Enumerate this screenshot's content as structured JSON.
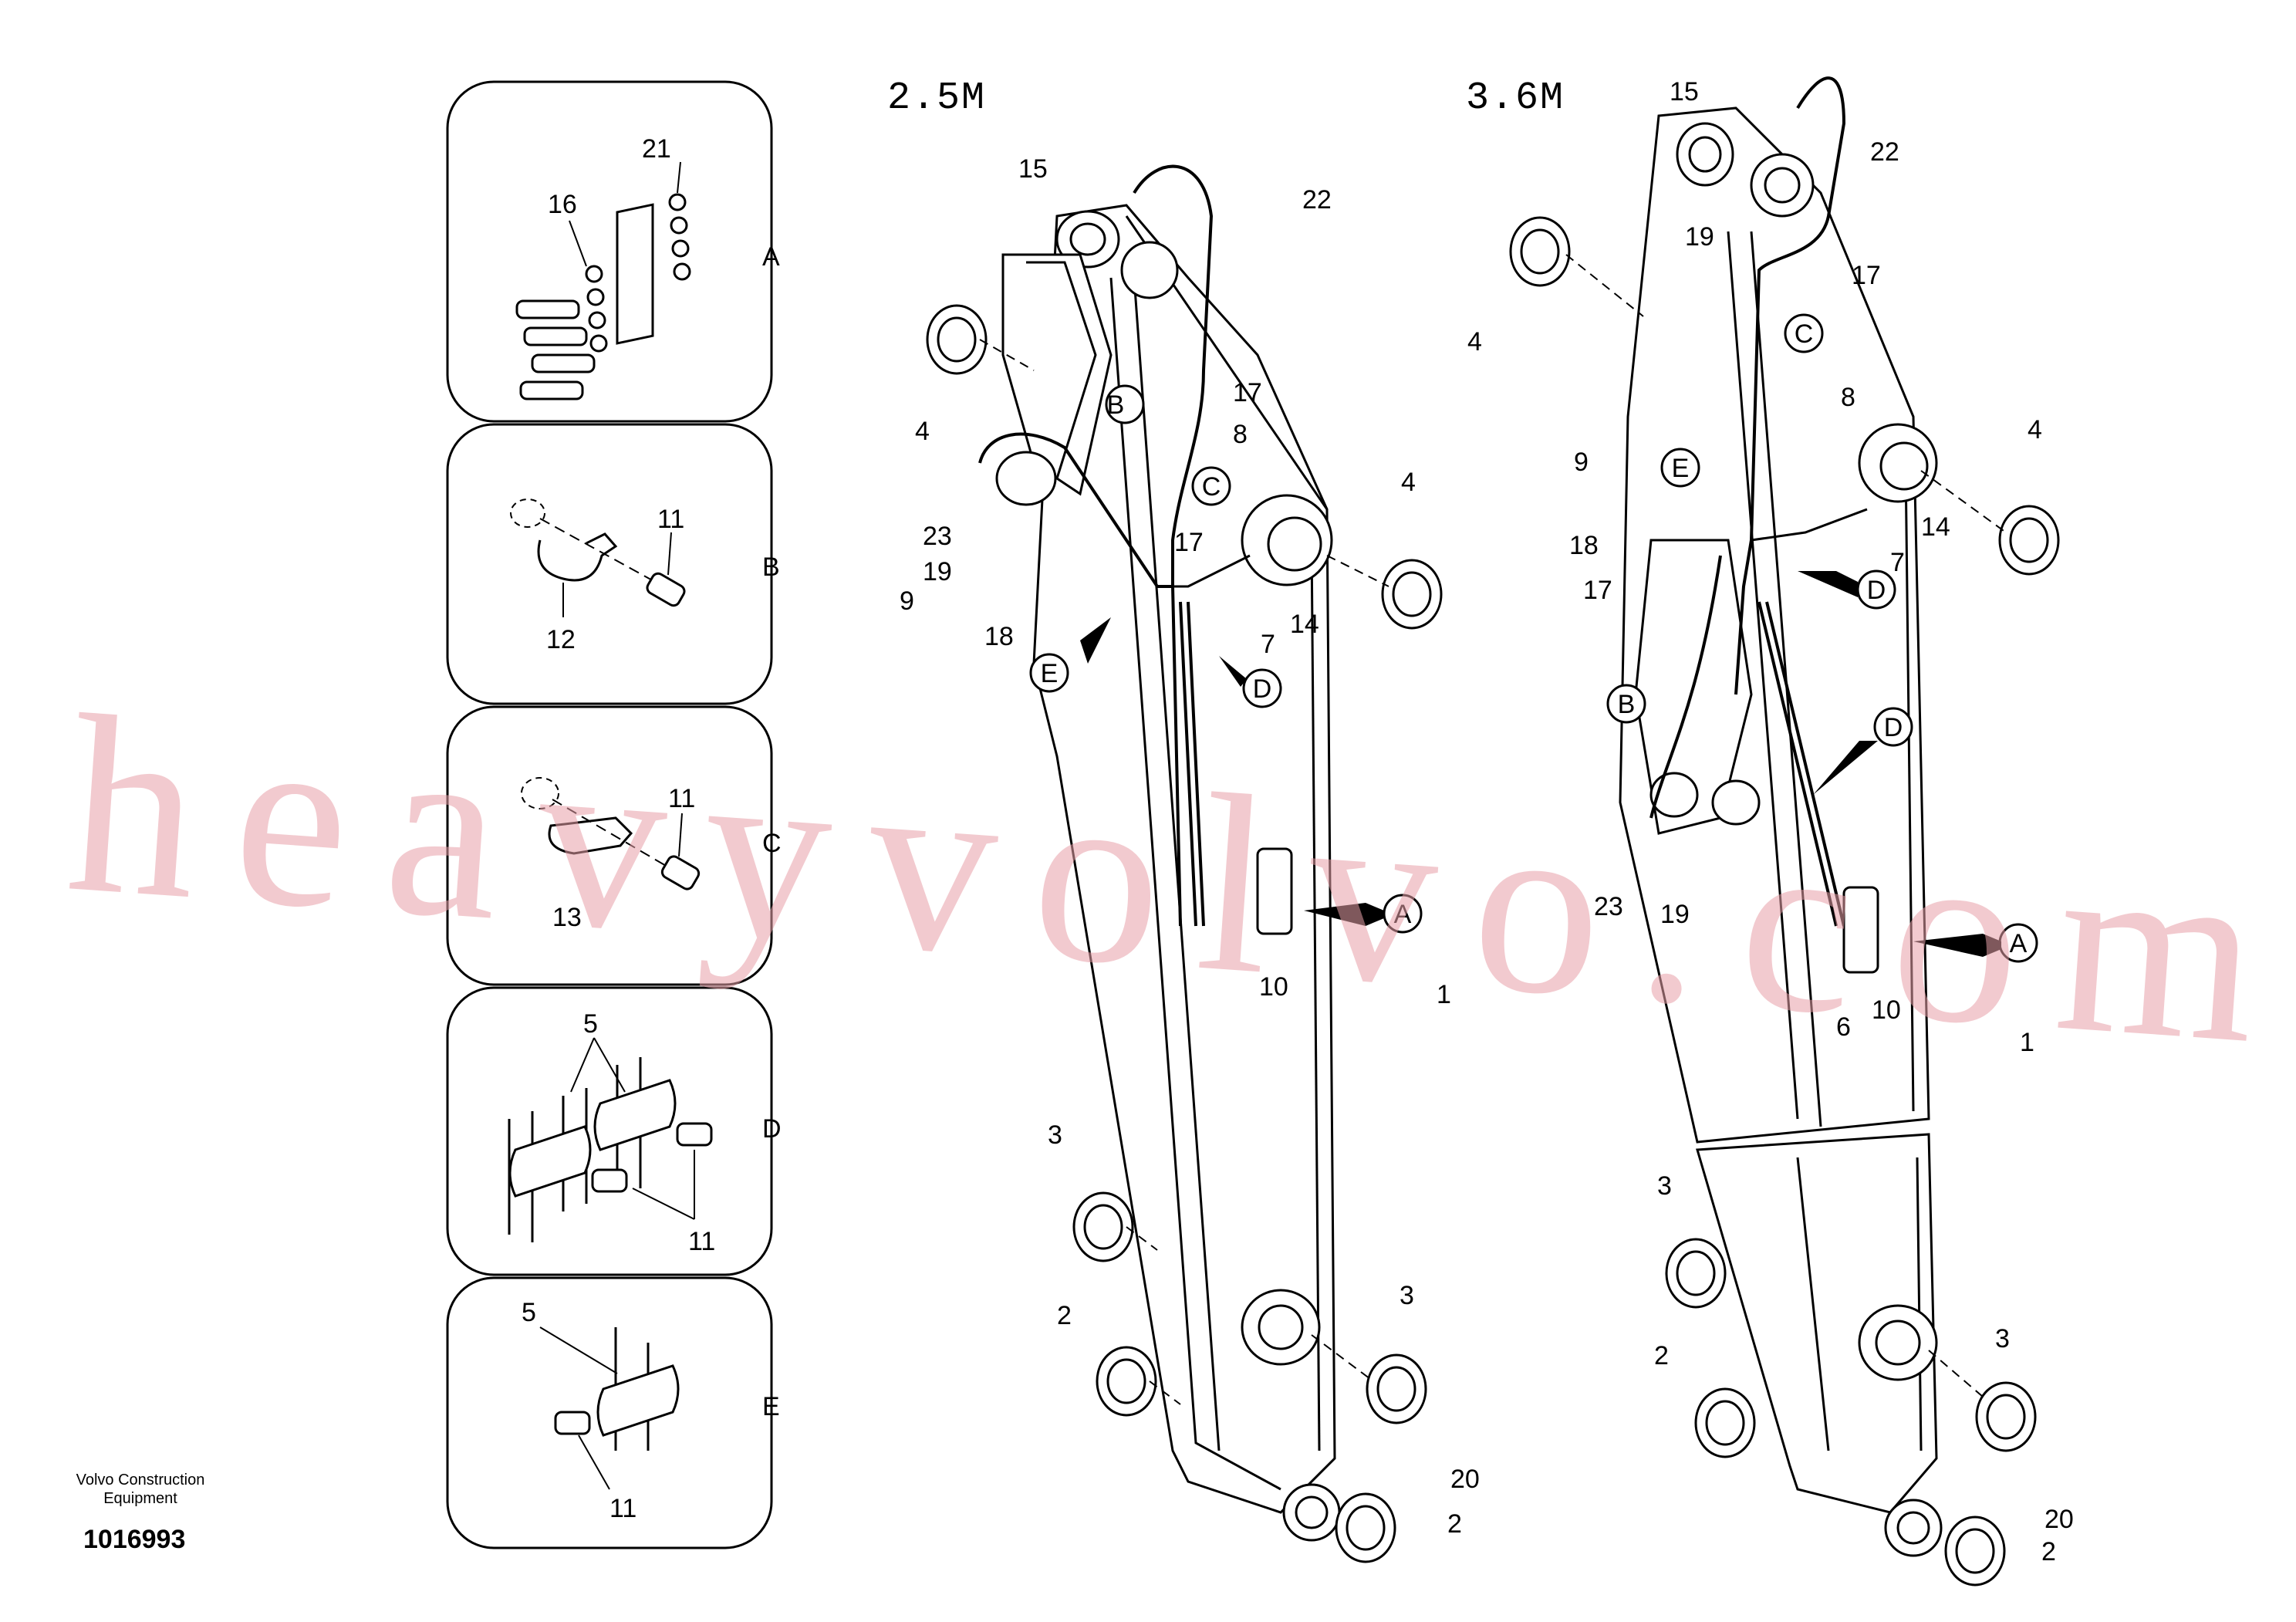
{
  "titles": {
    "left": "2.5M",
    "right": "3.6M"
  },
  "watermark": "heavyvolvo.com",
  "brand": {
    "line1": "Volvo Construction",
    "line2": "Equipment"
  },
  "doc_number": "1016993",
  "detail_panels": [
    {
      "letter": "A",
      "labels": [
        "21",
        "16"
      ]
    },
    {
      "letter": "B",
      "labels": [
        "11",
        "12"
      ]
    },
    {
      "letter": "C",
      "labels": [
        "11",
        "13"
      ]
    },
    {
      "letter": "D",
      "labels": [
        "5",
        "11"
      ]
    },
    {
      "letter": "E",
      "labels": [
        "5",
        "11"
      ]
    }
  ],
  "left_arm_labels": [
    "15",
    "22",
    "4",
    "17",
    "8",
    "23",
    "19",
    "9",
    "18",
    "17",
    "7",
    "14",
    "4",
    "10",
    "1",
    "3",
    "2",
    "3",
    "20",
    "2"
  ],
  "left_arm_circles": [
    "B",
    "C",
    "E",
    "D",
    "A"
  ],
  "right_arm_labels": [
    "15",
    "22",
    "19",
    "17",
    "4",
    "8",
    "9",
    "18",
    "17",
    "14",
    "7",
    "4",
    "23",
    "19",
    "6",
    "10",
    "1",
    "3",
    "2",
    "3",
    "20",
    "2"
  ],
  "right_arm_circles": [
    "C",
    "E",
    "D",
    "B",
    "D",
    "A"
  ],
  "colors": {
    "line": "#000000",
    "watermark": "#e8a0a8"
  }
}
